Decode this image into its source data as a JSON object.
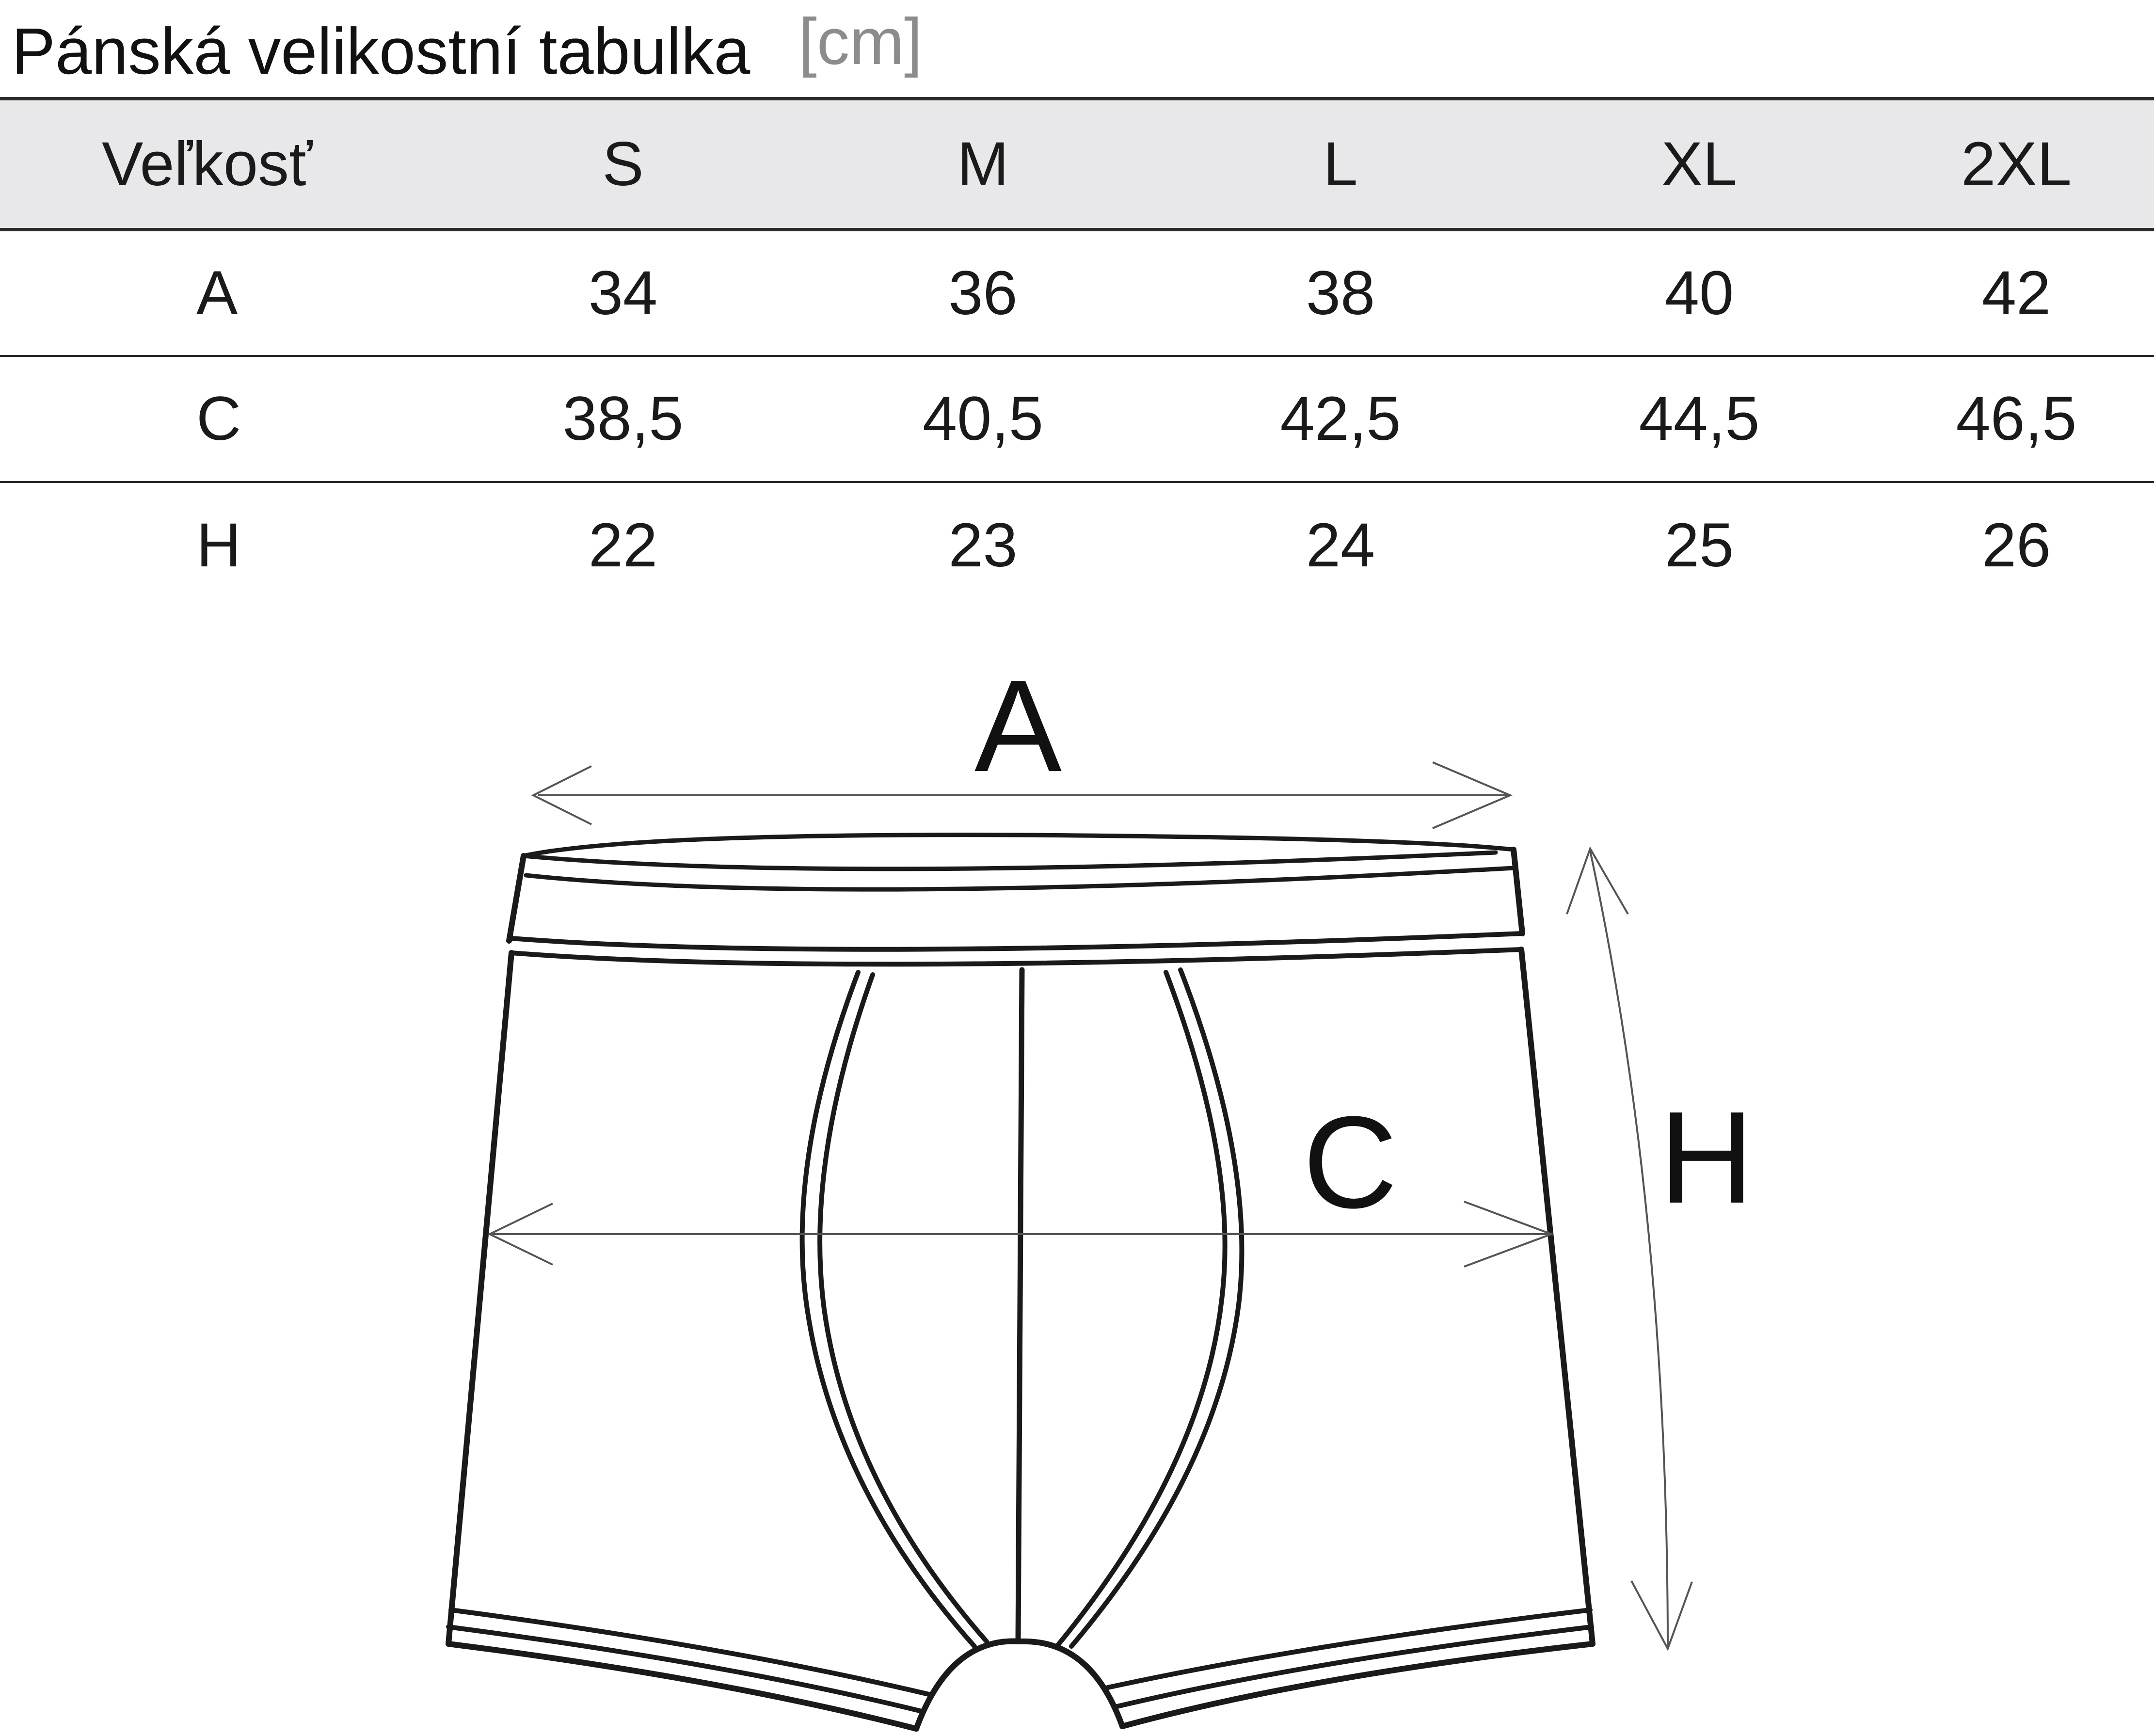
{
  "header": {
    "title": "Pánská velikostní tabulka",
    "unit": "[cm]"
  },
  "table": {
    "headers": [
      "Veľkosť",
      "S",
      "M",
      "L",
      "XL",
      "2XL"
    ],
    "rows": [
      [
        "A",
        "34",
        "36",
        "38",
        "40",
        "42"
      ],
      [
        "C",
        "38,5",
        "40,5",
        "42,5",
        "44,5",
        "46,5"
      ],
      [
        "H",
        "22",
        "23",
        "24",
        "25",
        "26"
      ]
    ]
  },
  "diagram": {
    "labels": {
      "a": "A",
      "c": "C",
      "h": "H"
    },
    "icons": [
      "boxer-briefs-illustration",
      "horizontal-arrow-icon",
      "vertical-arrow-icon"
    ]
  }
}
